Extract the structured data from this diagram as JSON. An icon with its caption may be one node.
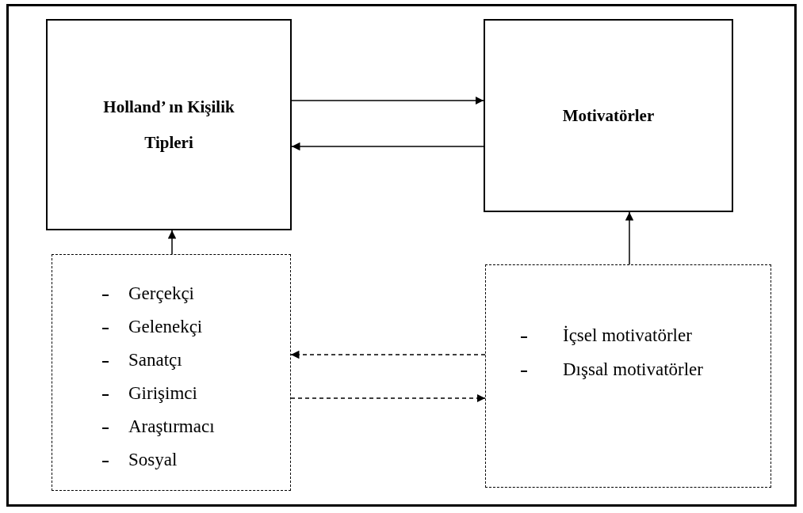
{
  "diagram": {
    "nodes": [
      {
        "text": [
          "Holland’ ın Kişilik Tipleri"
        ]
      },
      {
        "text": [
          "Motivatörler"
        ]
      },
      {
        "text": [
          "Gerçekçi",
          "Gelenekçi",
          "Sanatçı",
          "Girişimci",
          "Araştırmacı",
          "Sosyal"
        ]
      },
      {
        "text": [
          "İçsel motivatörler",
          "Dışsal motivatörler"
        ]
      }
    ],
    "edges": [
      {
        "from": 0,
        "to": 1,
        "arrow": "to"
      },
      {
        "from": 1,
        "to": 0,
        "arrow": "to"
      },
      {
        "from": 2,
        "to": 0,
        "arrow": "to"
      },
      {
        "from": 3,
        "to": 1,
        "arrow": "to"
      },
      {
        "from": 3,
        "to": 2,
        "arrow": "to",
        "style": "dashed"
      },
      {
        "from": 2,
        "to": 3,
        "arrow": "to",
        "style": "dashed"
      }
    ]
  }
}
